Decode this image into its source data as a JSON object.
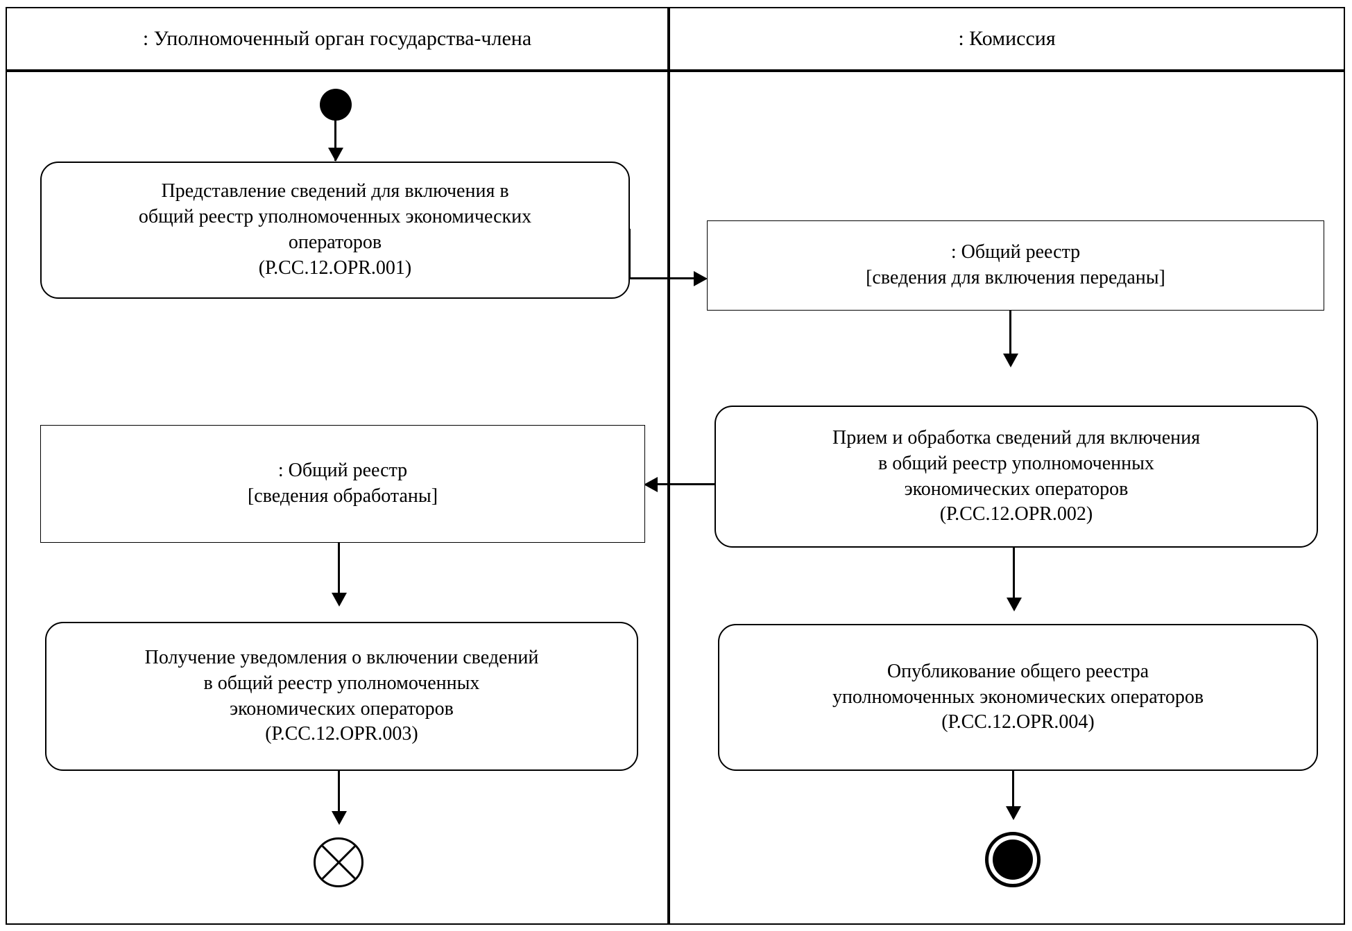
{
  "diagram": {
    "type": "uml-activity-diagram-with-swimlanes",
    "lanes": [
      {
        "id": "member-state-authority",
        "title": ": Уполномоченный орган государства-члена"
      },
      {
        "id": "commission",
        "title": ": Комиссия"
      }
    ],
    "nodes": {
      "start": {
        "kind": "initial-node",
        "lane": "member-state-authority"
      },
      "action1": {
        "kind": "action",
        "lane": "member-state-authority",
        "lines": [
          "Представление сведений для включения в",
          "общий реестр уполномоченных экономических",
          "операторов",
          "(Р.СС.12.OPR.001)"
        ]
      },
      "object1": {
        "kind": "object-node",
        "lane": "commission",
        "lines": [
          ": Общий реестр",
          "[сведения для включения переданы]"
        ]
      },
      "action2": {
        "kind": "action",
        "lane": "commission",
        "lines": [
          "Прием и обработка сведений для включения",
          "в общий реестр уполномоченных",
          "экономических операторов",
          "(Р.СС.12.OPR.002)"
        ]
      },
      "object2": {
        "kind": "object-node",
        "lane": "member-state-authority",
        "lines": [
          ": Общий реестр",
          "[сведения обработаны]"
        ]
      },
      "action3": {
        "kind": "action",
        "lane": "member-state-authority",
        "lines": [
          "Получение уведомления о включении сведений",
          "в общий реестр уполномоченных",
          "экономических операторов",
          "(Р.СС.12.OPR.003)"
        ]
      },
      "action4": {
        "kind": "action",
        "lane": "commission",
        "lines": [
          "Опубликование общего реестра",
          "уполномоченных экономических операторов",
          "(Р.СС.12.OPR.004)"
        ]
      },
      "flow_final": {
        "kind": "flow-final-node",
        "lane": "member-state-authority"
      },
      "final": {
        "kind": "activity-final-node",
        "lane": "commission"
      }
    },
    "colors": {
      "stroke": "#000000",
      "fill": "#ffffff"
    }
  }
}
